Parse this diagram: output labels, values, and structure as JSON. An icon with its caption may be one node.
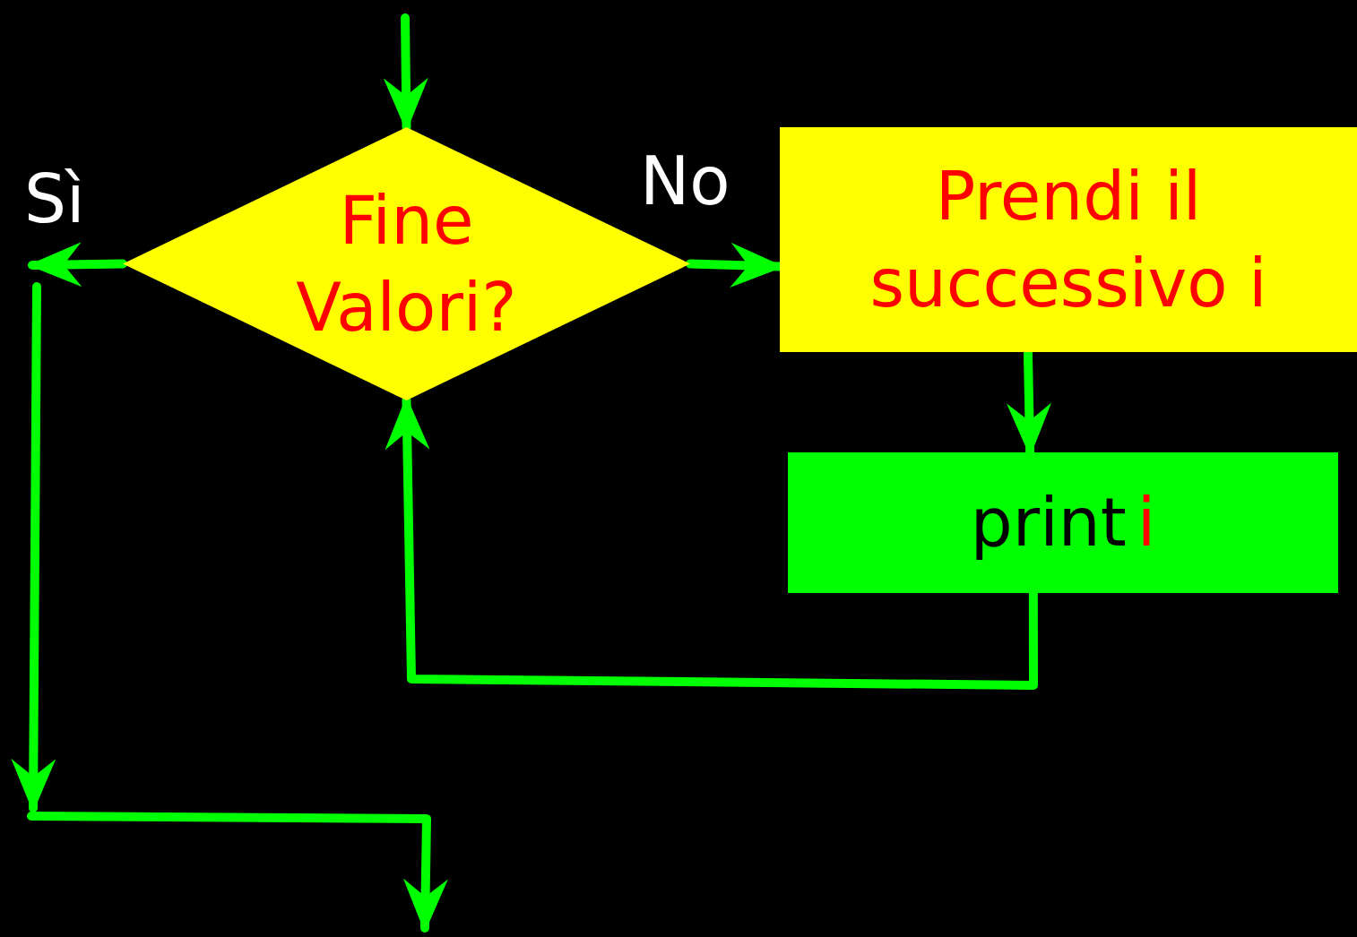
{
  "diagram": {
    "nodes": [
      {
        "text": [
          "Fine Valori?"
        ]
      },
      {
        "text": [
          "Prendi il successivo i"
        ]
      },
      {
        "text": [
          "print",
          "i"
        ]
      }
    ],
    "edges": [
      {
        "from": null,
        "to": 0,
        "arrow": "to"
      },
      {
        "from": 0,
        "to": null,
        "arrow": "to",
        "label": "Sì"
      },
      {
        "from": 0,
        "to": 1,
        "arrow": "to",
        "label": "No"
      },
      {
        "from": 1,
        "to": 2,
        "arrow": "to"
      },
      {
        "from": 2,
        "to": 0,
        "arrow": "to"
      }
    ]
  }
}
